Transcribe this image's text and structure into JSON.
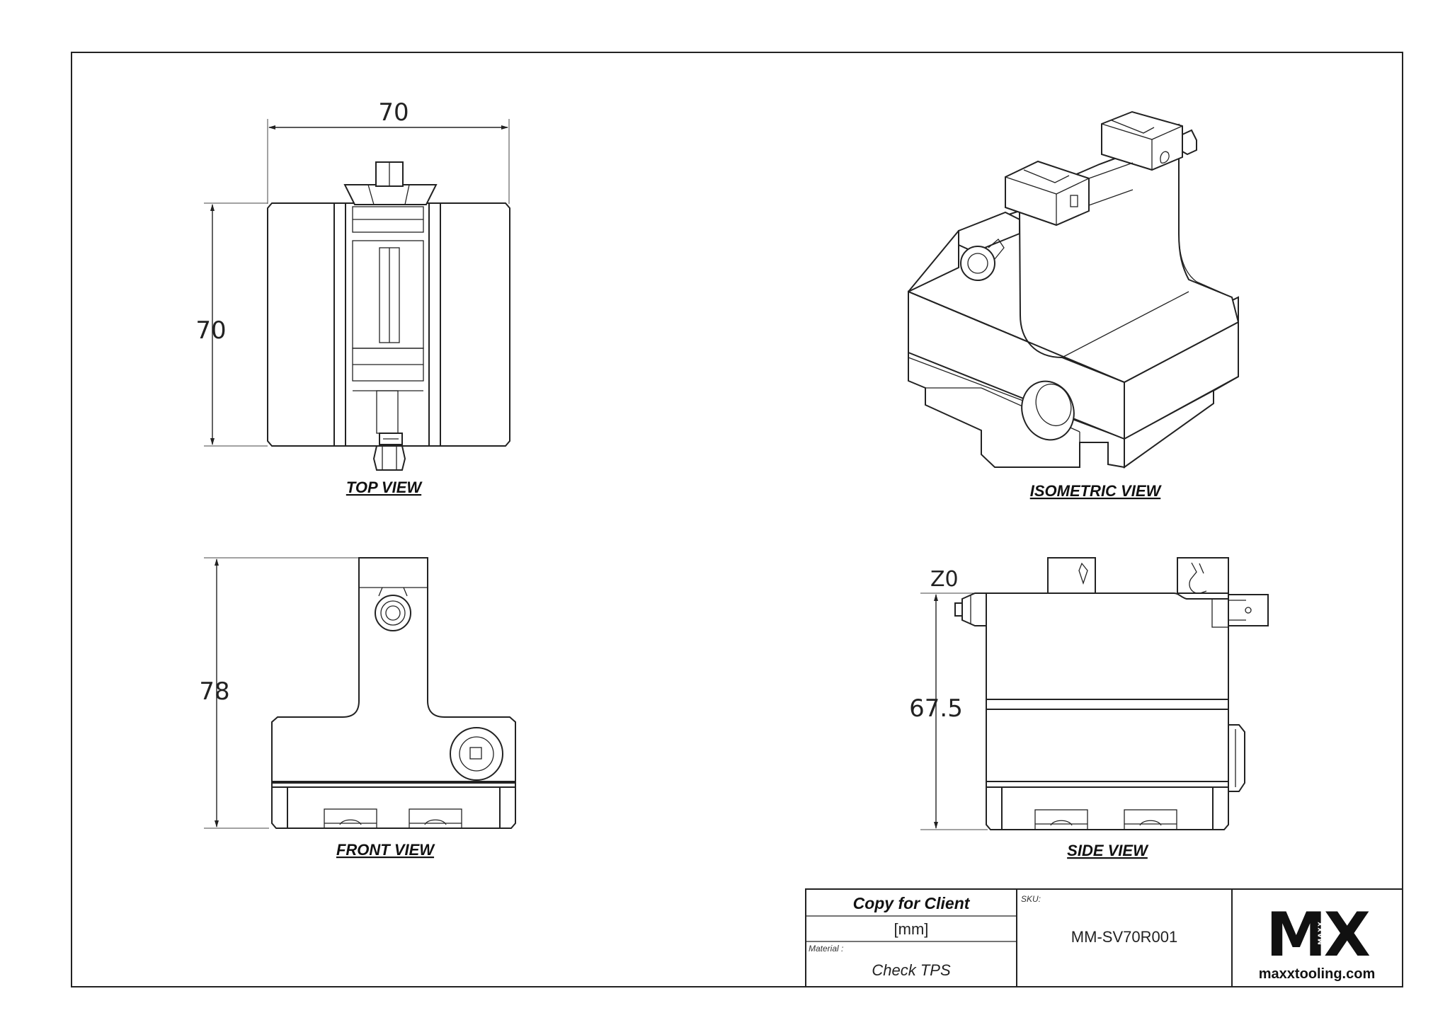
{
  "views": {
    "top": {
      "label": "TOP VIEW",
      "width_dim": "70",
      "height_dim": "70"
    },
    "isometric": {
      "label": "ISOMETRIC VIEW"
    },
    "front": {
      "label": "FRONT VIEW",
      "height_dim": "78"
    },
    "side": {
      "label": "SIDE VIEW",
      "height_dim": "67.5",
      "zero_label": "Z0"
    }
  },
  "title_block": {
    "copy_label": "Copy for Client",
    "units": "[mm]",
    "material_caption": "Material :",
    "material": "Check TPS",
    "sku_caption": "SKU:",
    "sku": "MM-SV70R001",
    "logo_letters": "MX",
    "logo_sub": "MAXX",
    "website": "maxxtooling.com"
  }
}
